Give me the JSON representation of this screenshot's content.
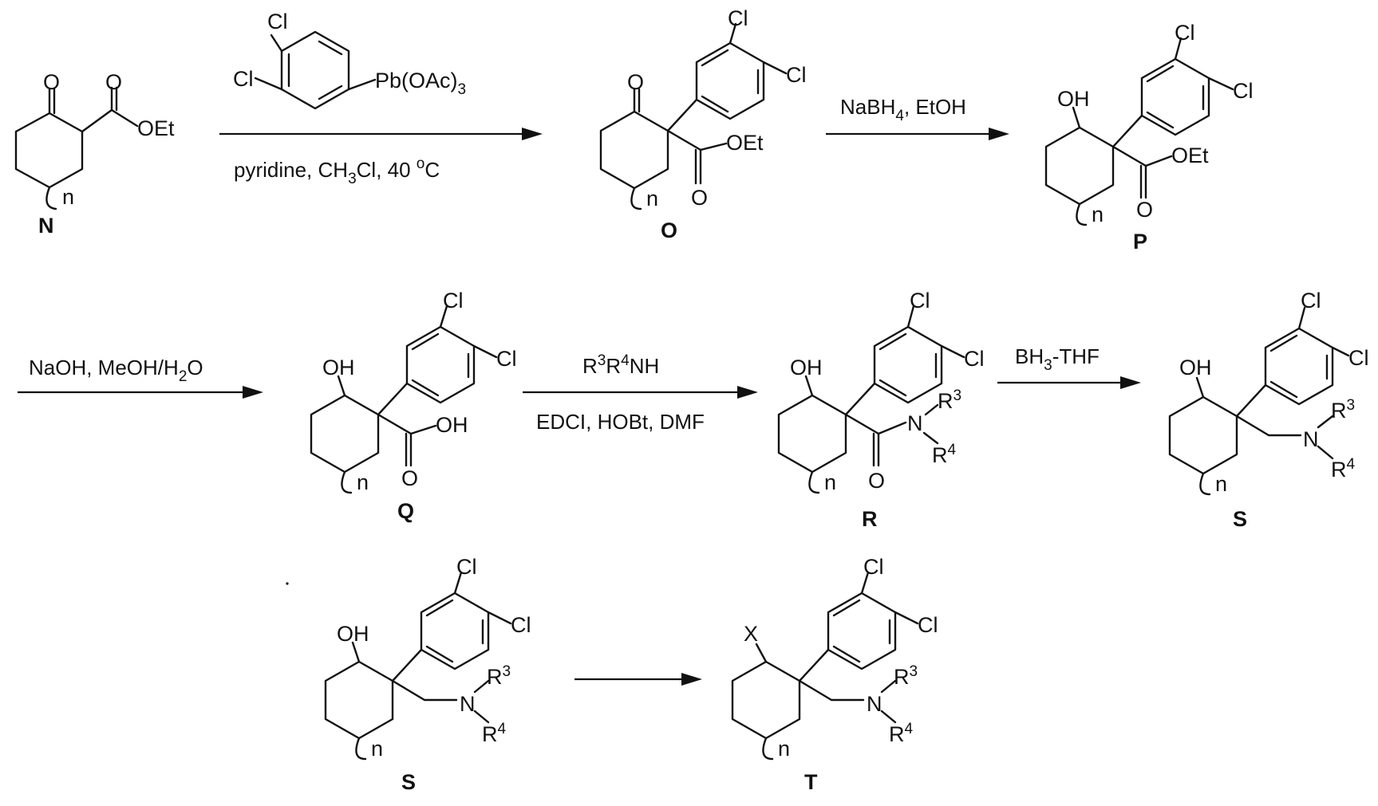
{
  "compounds": {
    "N": "N",
    "O": "O",
    "P": "P",
    "Q": "Q",
    "R": "R",
    "S1": "S",
    "S2": "S",
    "T": "T"
  },
  "atoms": {
    "oxygen": "O",
    "ethoxy": "OEt",
    "hydroxyl": "OH",
    "chloro": "Cl",
    "n_sub": "n",
    "nitrogen": "N",
    "r3": "R",
    "r3_sup": "3",
    "r4": "R",
    "r4_sup": "4",
    "x": "X",
    "pb_reagent": "Pb(OAc)",
    "pb_sub": "3"
  },
  "conditions": {
    "step1": {
      "base": "pyridine, CH",
      "sub": "3",
      "rest": "Cl, 40 ",
      "deg": "o",
      "unit": "C"
    },
    "step2": {
      "a": "NaBH",
      "sub": "4",
      "b": ", EtOH"
    },
    "step3": {
      "a": "NaOH, MeOH/H",
      "sub": "2",
      "b": "O"
    },
    "step4_top": {
      "a": "R",
      "s1": "3",
      "b": "R",
      "s2": "4",
      "c": "NH"
    },
    "step4_bottom": "EDCI, HOBt, DMF",
    "step5": {
      "a": "BH",
      "sub": "3",
      "b": "-THF"
    }
  }
}
